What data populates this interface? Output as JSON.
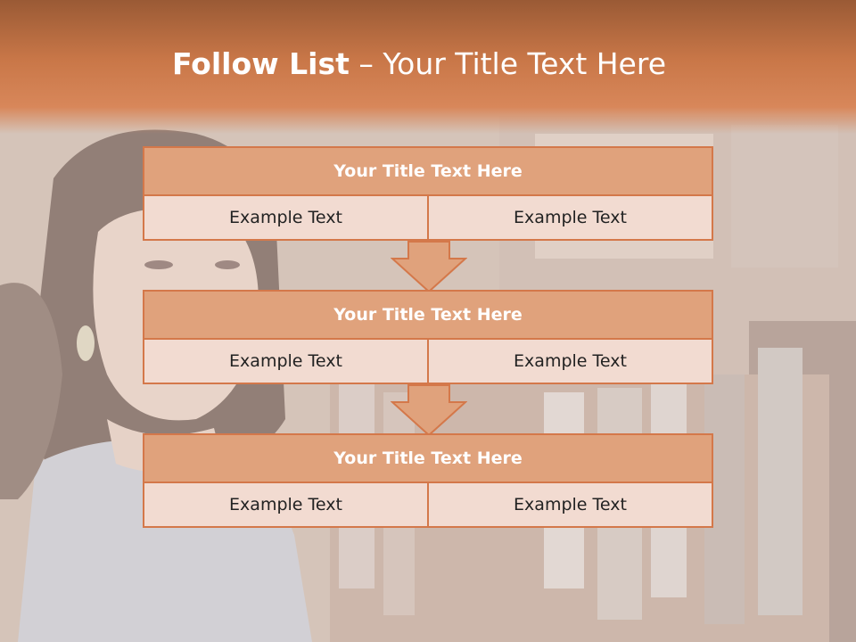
{
  "title": {
    "bold": "Follow List",
    "rest": "– Your Title Text Here"
  },
  "blocks": [
    {
      "title": "Your Title Text Here",
      "left": "Example Text",
      "right": "Example Text"
    },
    {
      "title": "Your Title Text Here",
      "left": "Example Text",
      "right": "Example Text"
    },
    {
      "title": "Your Title Text Here",
      "left": "Example Text",
      "right": "Example Text"
    }
  ],
  "colors": {
    "accent": "#d4784a",
    "header_fill": "#e0a27c",
    "cell_fill": "#f2dbd1",
    "title_band": "#c97748"
  }
}
